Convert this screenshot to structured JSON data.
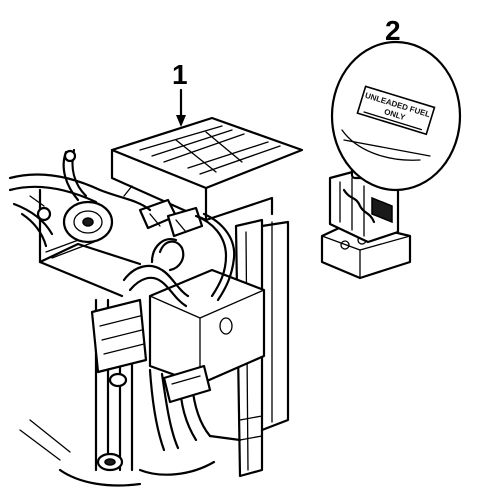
{
  "callouts": {
    "one": "1",
    "two": "2"
  },
  "fuel_door_label": {
    "line1": "UNLEADED FUEL",
    "line2": "ONLY"
  },
  "colors": {
    "ink": "#000000",
    "paper": "#ffffff"
  }
}
